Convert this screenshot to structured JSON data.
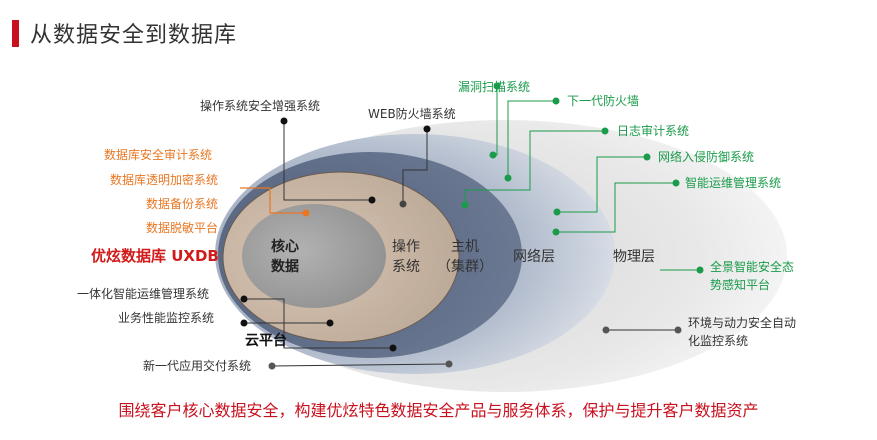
{
  "title": "从数据安全到数据库",
  "layers": {
    "core_line1": "核心",
    "core_line2": "数据",
    "ops_line1": "操作",
    "ops_line2": "系统",
    "host_line1": "主机",
    "host_line2": "（集群）",
    "network": "网络层",
    "physical": "物理层"
  },
  "top_labels": {
    "os_enhance": "操作系统安全增强系统",
    "web_firewall": "WEB防火墙系统"
  },
  "orange_labels": [
    "数据库安全审计系统",
    "数据库透明加密系统",
    "数据备份系统",
    "数据脱敏平台"
  ],
  "green_labels": [
    "漏洞扫描系统",
    "下一代防火墙",
    "日志审计系统",
    "网络入侵防御系统",
    "智能运维管理系统"
  ],
  "brand": "优炫数据库 UXDB",
  "left_labels": [
    "一体化智能运维管理系统",
    "业务性能监控系统"
  ],
  "cloud": "云平台",
  "delivery": "新一代应用交付系统",
  "situational_line1": "全景智能安全态",
  "situational_line2": "势感知平台",
  "env_line1": "环境与动力安全自动",
  "env_line2": "化监控系统",
  "footer": "围绕客户核心数据安全，构建优炫特色数据安全产品与服务体系，保护与提升客户数据资产",
  "colors": {
    "accent": "#c8101e",
    "orange": "#e87722",
    "green": "#1a9b4a"
  }
}
